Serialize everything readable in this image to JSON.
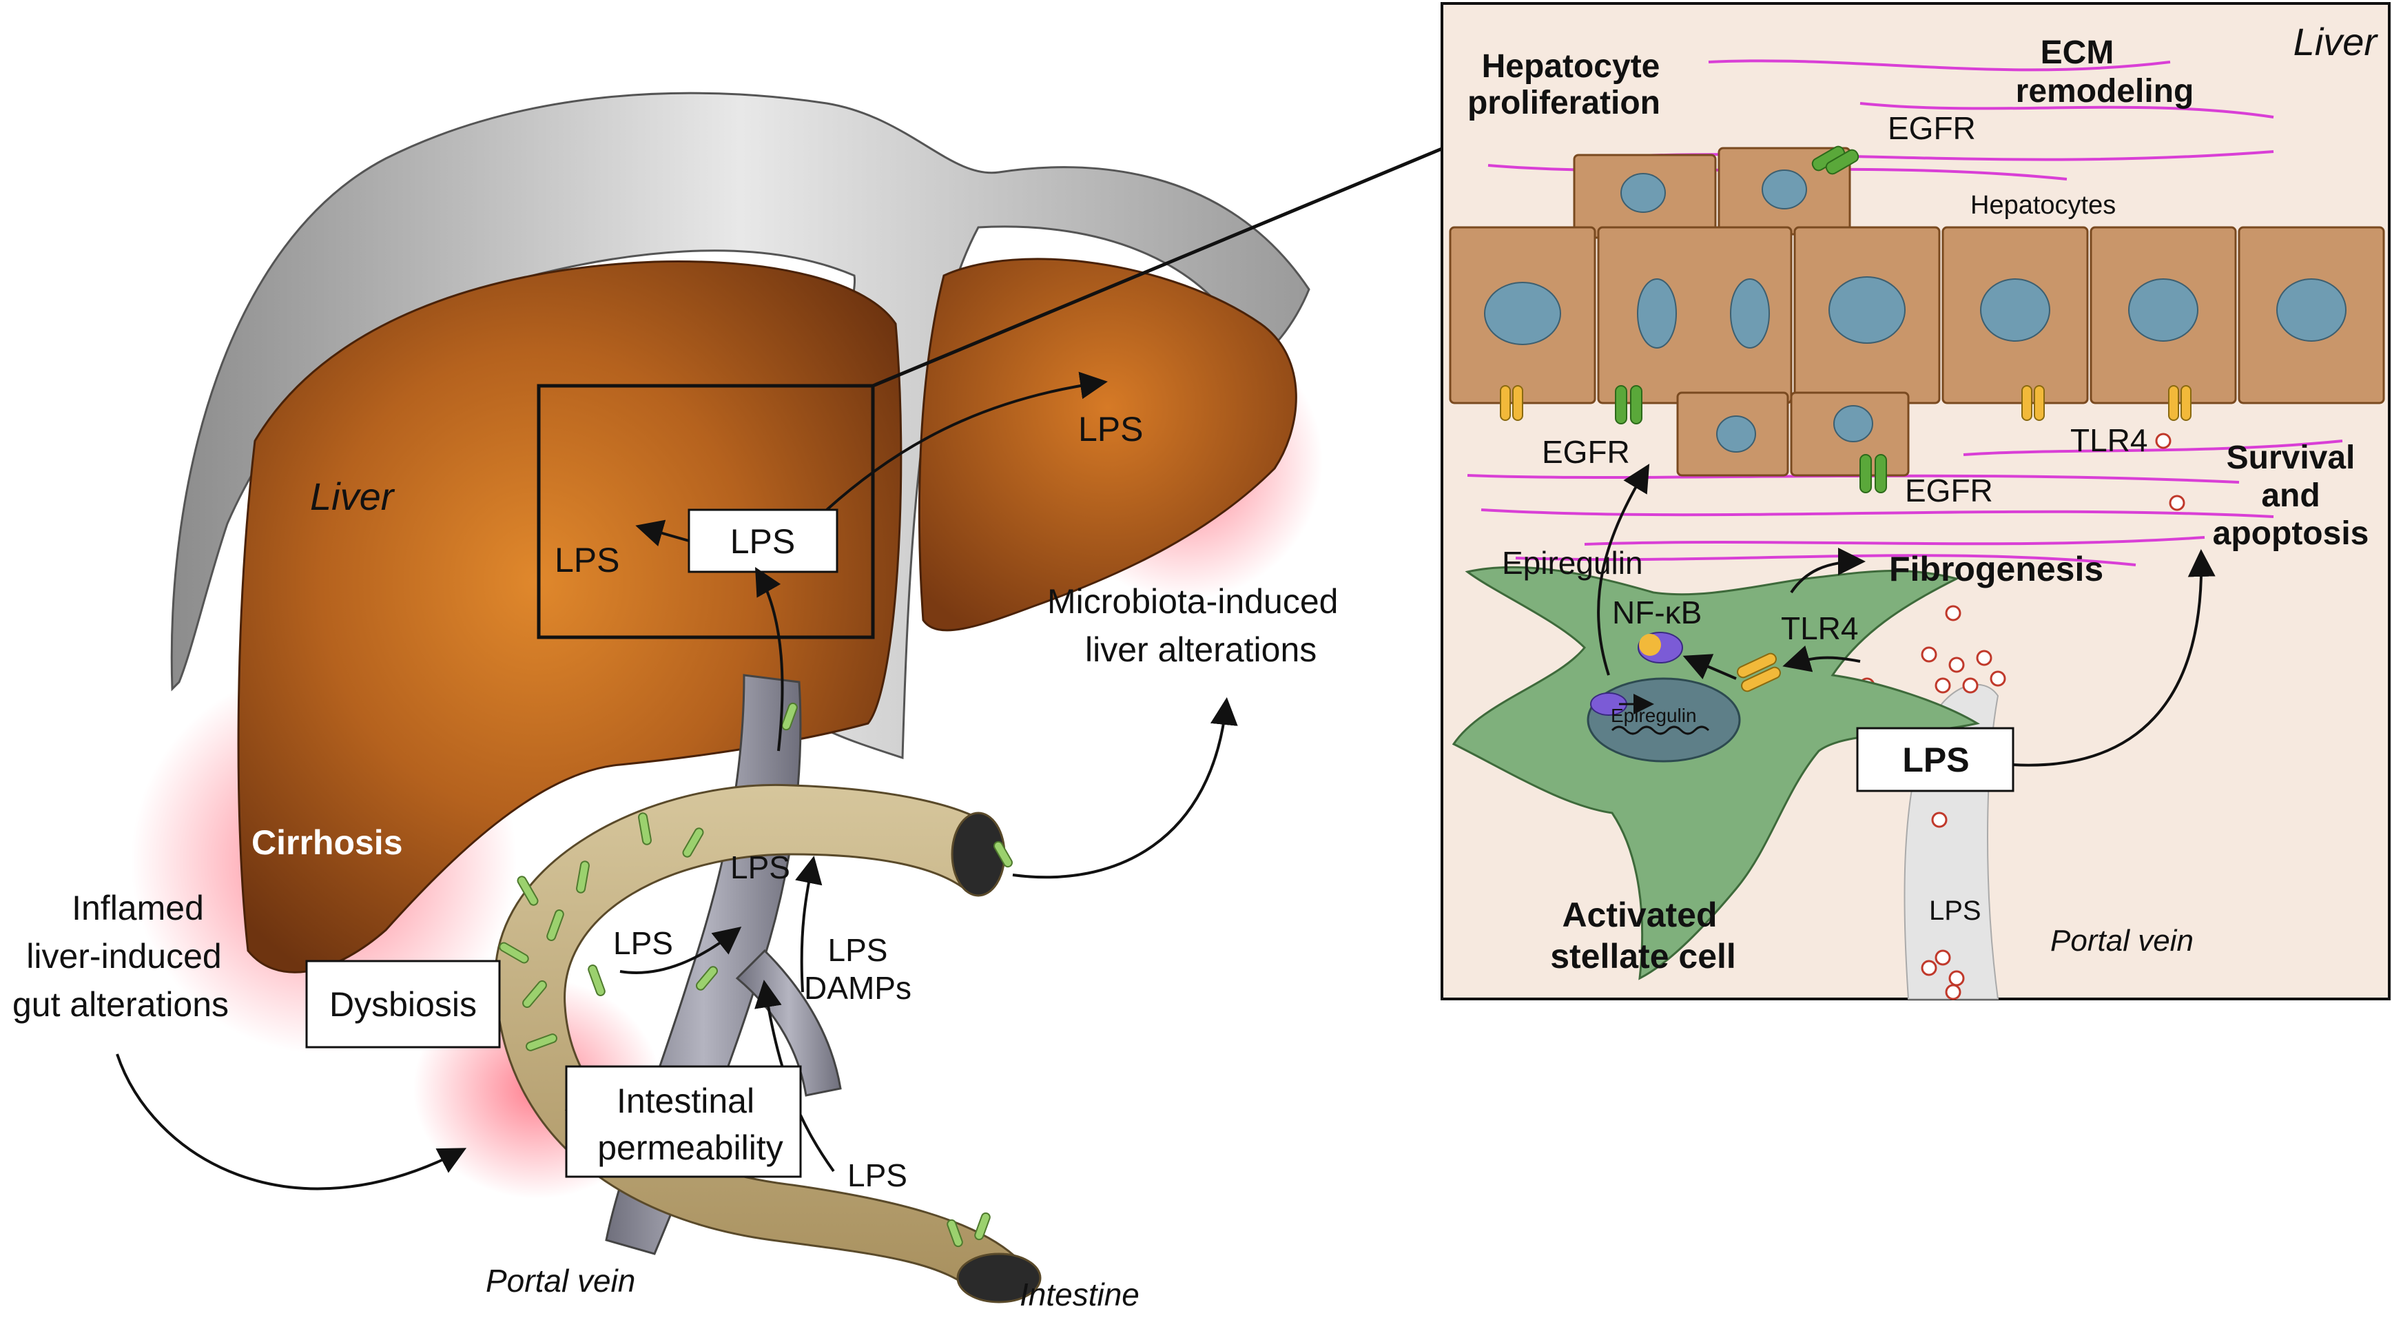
{
  "left": {
    "liver_label": "Liver",
    "lps_box": "LPS",
    "lps_left": "LPS",
    "lps_right": "LPS",
    "cirrhosis": "Cirrhosis",
    "microbiota_line1": "Microbiota-induced",
    "microbiota_line2": "liver alterations",
    "inflamed_line1": "Inflamed",
    "inflamed_line2": "liver-induced",
    "inflamed_line3": "gut alterations",
    "dysbiosis": "Dysbiosis",
    "permeability_line1": "Intestinal",
    "permeability_line2": "permeability",
    "lps_gut": "LPS",
    "lps_vein": "LPS",
    "lps_damps_line1": "LPS",
    "lps_damps_line2": "DAMPs",
    "lps_bottom": "LPS",
    "portal_vein": "Portal vein",
    "intestine": "Intestine"
  },
  "inset": {
    "liver": "Liver",
    "hepatocyte_line1": "Hepatocyte",
    "hepatocyte_line2": "proliferation",
    "ecm_line1": "ECM",
    "ecm_line2": "remodeling",
    "egfr_top": "EGFR",
    "hepatocytes": "Hepatocytes",
    "egfr_left": "EGFR",
    "egfr_mid": "EGFR",
    "tlr4_hep": "TLR4",
    "survival_line1": "Survival",
    "survival_line2": "and",
    "survival_line3": "apoptosis",
    "epiregulin": "Epiregulin",
    "nfkb": "NF-κB",
    "fibrogenesis": "Fibrogenesis",
    "tlr4_cell": "TLR4",
    "epiregulin_gene": "Epiregulin",
    "lps_box": "LPS",
    "lps_vessel": "LPS",
    "stellate_line1": "Activated",
    "stellate_line2": "stellate cell",
    "portal_vein": "Portal vein"
  },
  "colors": {
    "liver_brown": "#9a4a14",
    "capsule_gray": "#b9b9b9",
    "gut_tan": "#bda77a",
    "vein_gray": "#8f8f9c",
    "stellate_green": "#7fb07c",
    "hepatocyte_tan": "#c9966a",
    "nucleus_blue": "#6f9cb2",
    "ecm_magenta": "#d93fd6",
    "inflamed_pink": "#ff8090"
  }
}
